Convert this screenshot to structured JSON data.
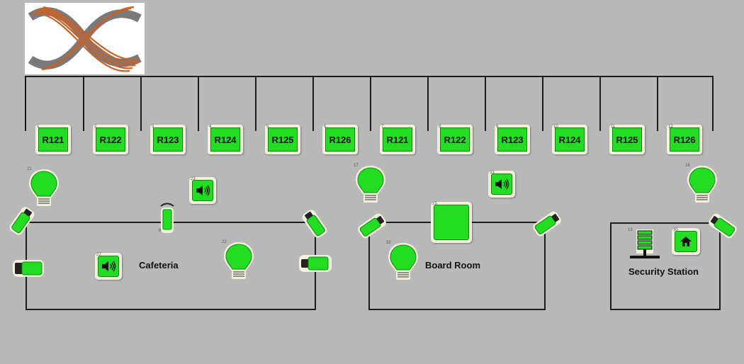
{
  "logo": {
    "icon": "company-logo"
  },
  "rooms": [
    {
      "label": "R121",
      "index": "1"
    },
    {
      "label": "R122",
      "index": "2"
    },
    {
      "label": "R123",
      "index": "3"
    },
    {
      "label": "R124",
      "index": "4"
    },
    {
      "label": "R125",
      "index": "5"
    },
    {
      "label": "R126",
      "index": "6"
    },
    {
      "label": "R121",
      "index": "7"
    },
    {
      "label": "R122",
      "index": "8"
    },
    {
      "label": "R123",
      "index": "9"
    },
    {
      "label": "R124",
      "index": "10"
    },
    {
      "label": "R125",
      "index": "11"
    },
    {
      "label": "R126",
      "index": "12"
    }
  ],
  "areas": {
    "cafeteria": "Cafeteria",
    "board_room": "Board Room",
    "security_station": "Security Station"
  },
  "devices": {
    "light_1": "21",
    "light_2": "22",
    "light_3": "17",
    "light_4": "32",
    "light_5": "16",
    "speaker_1": "23",
    "speaker_2": "27",
    "speaker_3": "33",
    "cam_ptz": "8",
    "server": "13",
    "home": "30",
    "board_square": "15"
  },
  "colors": {
    "device_green": "#22dd22",
    "tile_bg": "#f3f1dd",
    "background": "#b9b9b9",
    "walls": "#1c1c1c"
  }
}
